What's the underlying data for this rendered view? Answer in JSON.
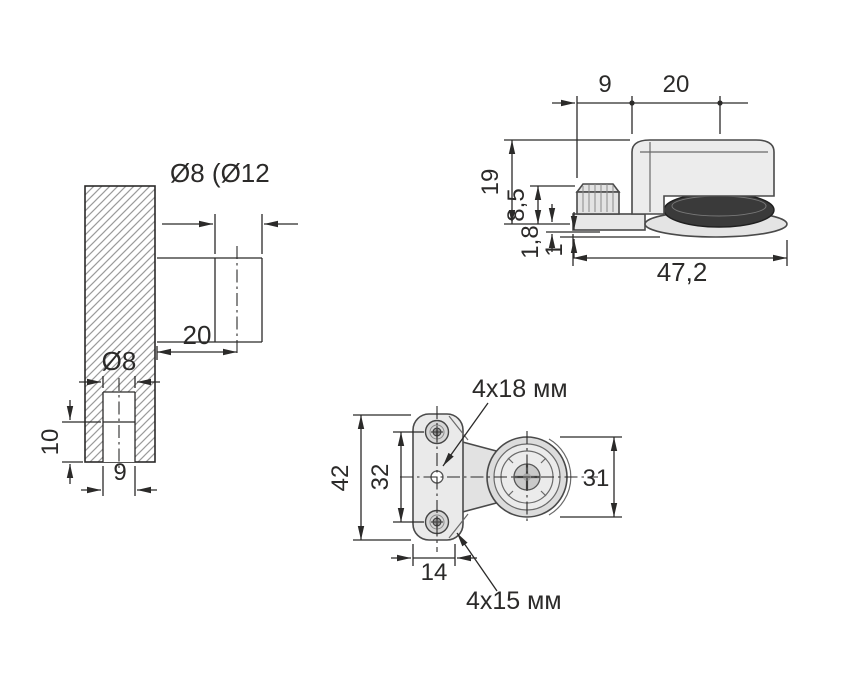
{
  "title": "Cam fastener technical drawing",
  "labels": {
    "panel": {
      "hole": "Ø8 (Ø12",
      "depth20": "20",
      "dia8": "Ø8",
      "depth10": "10",
      "edge9": "9"
    },
    "side": {
      "d9": "9",
      "d20": "20",
      "d19": "19",
      "d85": "8,5",
      "d18": "1,8",
      "d1": "1",
      "d472": "47,2"
    },
    "top": {
      "screw_top": "4x18 мм",
      "screw_bottom": "4x15 мм",
      "d42": "42",
      "d32": "32",
      "d31": "31",
      "d14": "14"
    }
  },
  "colors": {
    "line": "#2b2a29",
    "hatch": "#9a9a9a",
    "metal_light": "#ececec",
    "metal_mid": "#d9d9d9",
    "rubber": "#3a3a3a"
  }
}
